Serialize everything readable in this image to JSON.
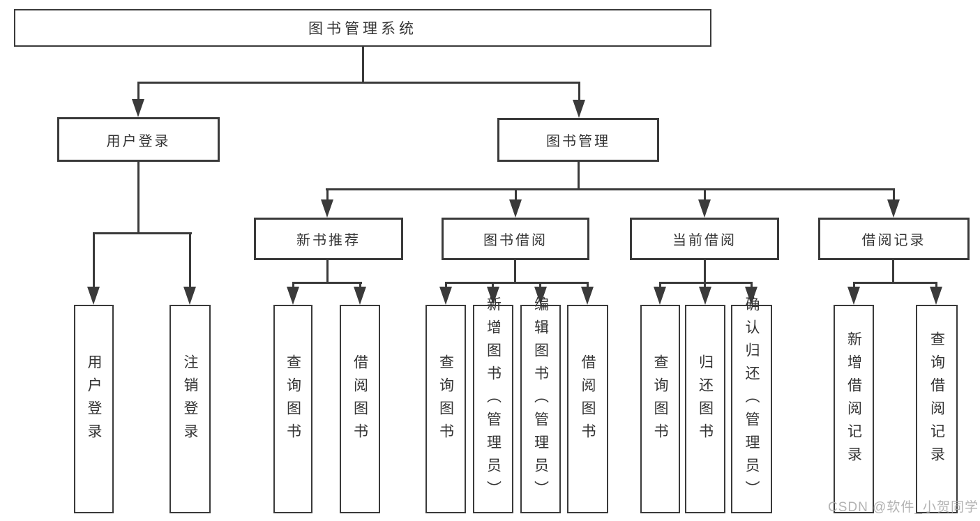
{
  "nodes": {
    "root": "图书管理系统",
    "user_login": "用户登录",
    "book_manage": "图书管理",
    "new_book": "新书推荐",
    "book_borrow": "图书借阅",
    "current_borrow": "当前借阅",
    "borrow_records": "借阅记录"
  },
  "leaves": {
    "user_login": [
      "用户登录",
      "注销登录"
    ],
    "new_book": [
      "查询图书",
      "借阅图书"
    ],
    "book_borrow": [
      "查询图书",
      "新增图书（管理员）",
      "编辑图书（管理员）",
      "借阅图书"
    ],
    "current_borrow": [
      "查询图书",
      "归还图书",
      "确认归还（管理员）"
    ],
    "borrow_records": [
      "新增借阅记录",
      "查询借阅记录"
    ]
  },
  "watermark": "CSDN @软件_小贺同学",
  "colors": {
    "line": "#3a3a3a",
    "text": "#343434",
    "watermark": "#acacac",
    "background": "#ffffff"
  }
}
